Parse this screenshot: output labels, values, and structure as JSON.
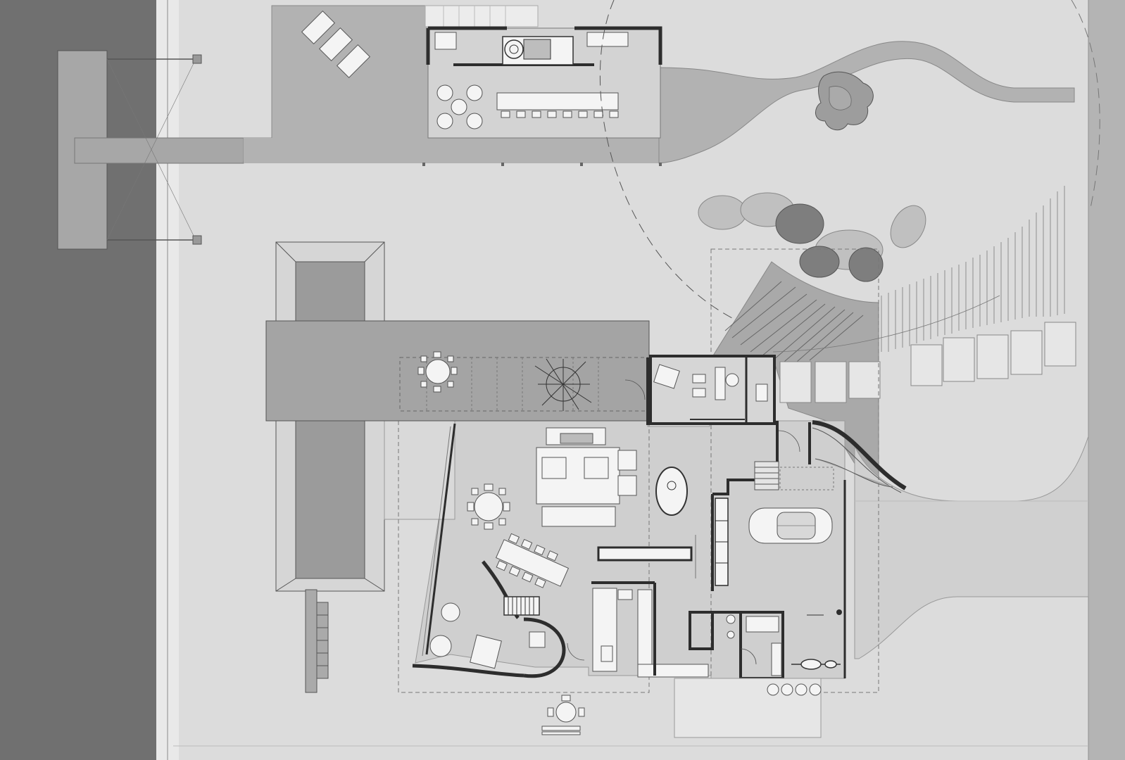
{
  "drawing": {
    "kind": "architectural site and floor plan",
    "text_labels": []
  },
  "palette": {
    "background": "#dcdcdc",
    "lake": "#707070",
    "shore_strip": "#e9e9e9",
    "road_band": "#b4b4b4",
    "dock": "#a7a7a7",
    "terrace": "#b2b2b2",
    "interior_floor": "#cfcfcf",
    "roof": "#a4a4a4",
    "pool_water": "#9b9b9b",
    "pool_coping": "#d6d6d6",
    "wall": "#2d2d2d",
    "furniture": "#f4f4f4",
    "shrub_dark": "#7e7e7e",
    "shrub_light": "#c0c0c0",
    "line": "#555555"
  },
  "elements": {
    "lake": "lake",
    "dock": "boat-dock",
    "pool": "swimming-pool",
    "pavilion": "lake-pavilion",
    "main_house": "main-house",
    "garage": "garage",
    "driveway": "driveway",
    "garden": "garden-planting",
    "car": "car-icon",
    "motorbike": "motorbike-icon"
  }
}
